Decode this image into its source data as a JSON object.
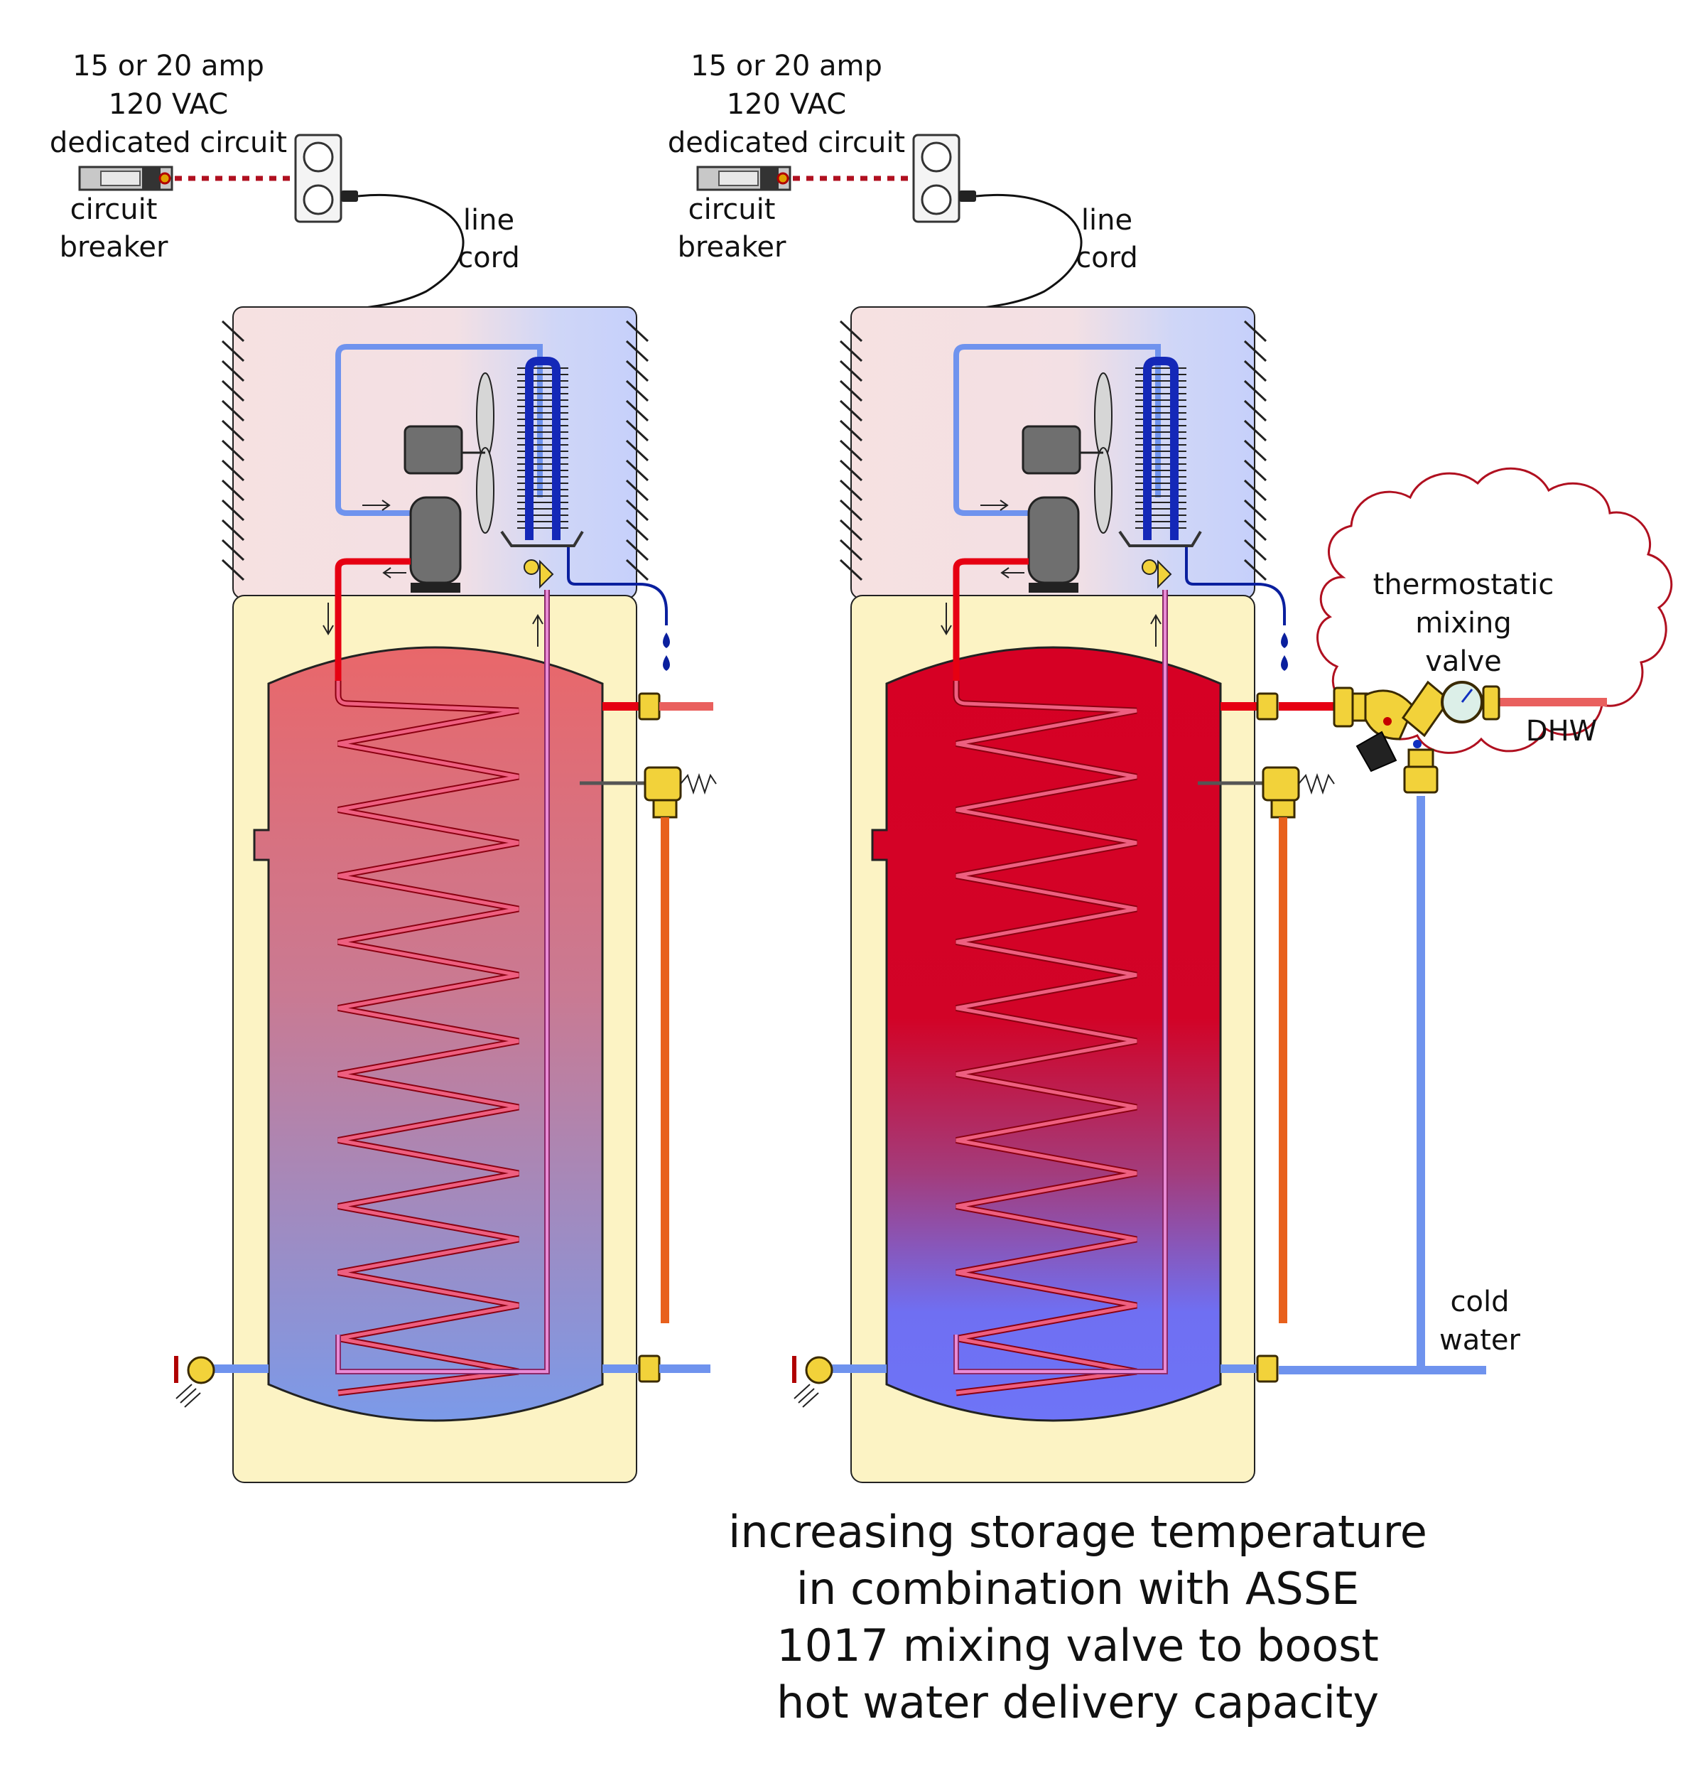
{
  "left_unit": {
    "supply": [
      "15 or 20 amp",
      "120 VAC",
      "dedicated circuit"
    ],
    "breaker": [
      "circuit",
      "breaker"
    ],
    "cord": [
      "line",
      "cord"
    ]
  },
  "right_unit": {
    "supply": [
      "15 or 20 amp",
      "120 VAC",
      "dedicated circuit"
    ],
    "breaker": [
      "circuit",
      "breaker"
    ],
    "cord": [
      "line",
      "cord"
    ]
  },
  "mixing_valve_label": [
    "thermostatic",
    "mixing",
    "valve"
  ],
  "dhw_label": "DHW",
  "cold_water_label": [
    "cold",
    "water"
  ],
  "caption": [
    "increasing storage temperature",
    "in combination with ASSE",
    "1017 mixing valve to boost",
    "hot water delivery capacity"
  ],
  "colors": {
    "hot_pipe": "#e60012",
    "warm_pipe": "#e9605e",
    "cold_pipe": "#6f93ee",
    "relief_pipe": "#e8601c",
    "refrigerant_suction": "#6f93ee",
    "condensate": "#0a1f9e",
    "jacket": "#fcf3c4",
    "brass": "#f2d23a"
  }
}
